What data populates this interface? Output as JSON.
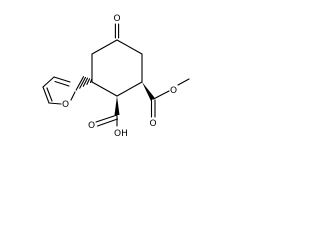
{
  "molecule": {
    "labels": {
      "ketone_oxygen": "O",
      "furan_oxygen": "O",
      "ester_carbonyl_oxygen": "O",
      "ester_oxygen": "O",
      "acid_carbonyl_oxygen": "O",
      "acid_hydroxyl": "OH"
    }
  }
}
